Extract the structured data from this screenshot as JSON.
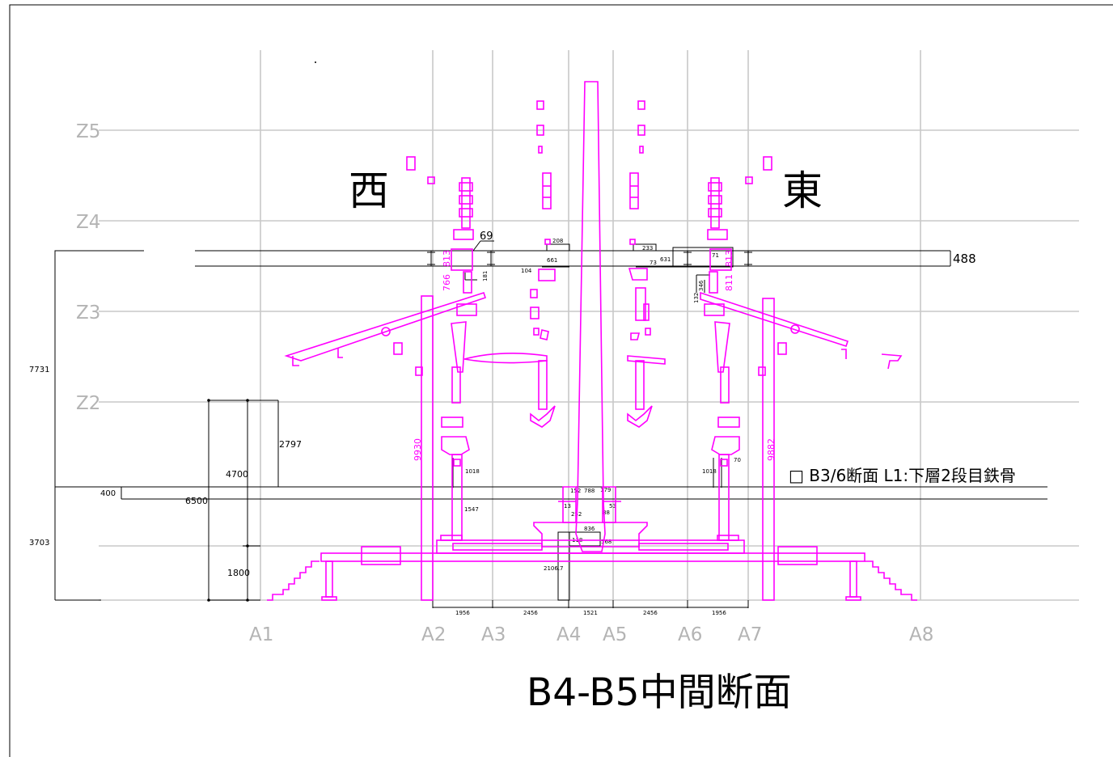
{
  "title": "B4-B5中間断面",
  "direction_west": "西",
  "direction_east": "東",
  "note": "□ B3/6断面 L1:下層2段目鉄骨",
  "grid_columns": [
    "A1",
    "A2",
    "A3",
    "A4",
    "A5",
    "A6",
    "A7",
    "A8"
  ],
  "grid_rows": [
    "Z5",
    "Z4",
    "Z3",
    "Z2"
  ],
  "dimensions": {
    "overall_left": "7731",
    "lower_left": "3703",
    "span_4700": "4700",
    "span_2797": "2797",
    "span_6500": "6500",
    "span_1800": "1800",
    "slab_400": "400",
    "beam_488": "488",
    "beam_69": "69",
    "d_208": "208",
    "d_233": "233",
    "d_661": "661",
    "d_104": "104",
    "d_73": "73",
    "d_631": "631",
    "d_71": "71",
    "d_181": "181",
    "d_346": "346",
    "d_132": "132",
    "d_766": "766",
    "d_813a": "813",
    "d_813b": "813",
    "d_811": "811",
    "h_9930": "9930",
    "h_9882": "9882",
    "d_1018a": "1018",
    "d_1018b": "1018",
    "d_1547": "1547",
    "d_70": "70",
    "d_152": "152",
    "d_788": "788",
    "d_179": "179",
    "d_13": "13",
    "d_53": "53",
    "d_252": "252",
    "d_88": "88",
    "d_836": "836",
    "d_118": "118",
    "d_568": "568",
    "d_2106": "2106.7",
    "bottom_spans": [
      "1956",
      "2456",
      "1521",
      "2456",
      "1956"
    ]
  },
  "colors": {
    "structure": "#ff00ff",
    "grid": "#c8c8c8",
    "lines": "#000000"
  }
}
